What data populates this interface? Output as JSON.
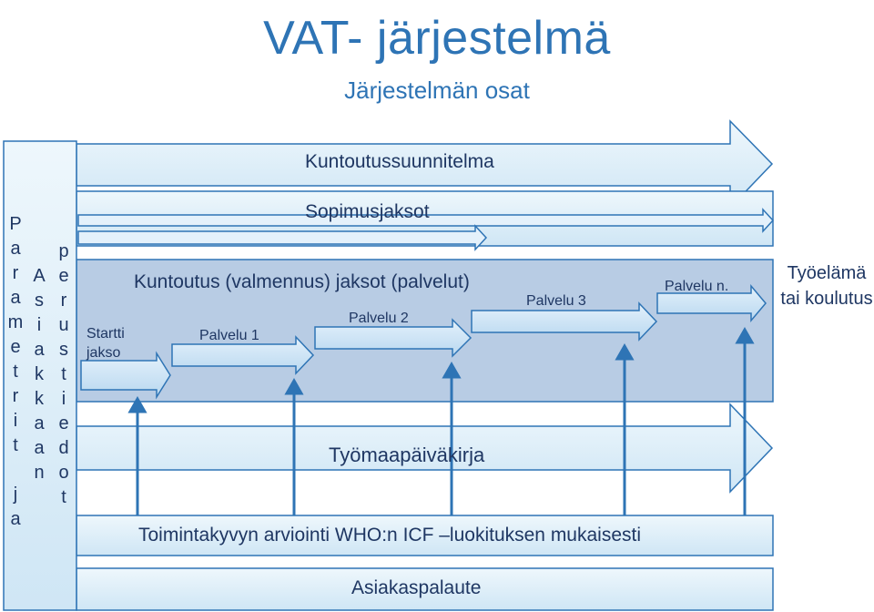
{
  "title": "VAT- järjestelmä",
  "subtitle": "Järjestelmän osat",
  "left_columns": {
    "col1": [
      "P",
      "a",
      "r",
      "a",
      "m",
      "e",
      "t",
      "r",
      "i",
      "t",
      "",
      "j",
      "a"
    ],
    "col2": [
      "",
      "",
      "A",
      "s",
      "i",
      "a",
      "k",
      "k",
      "a",
      "a",
      "n"
    ],
    "col3": [
      "",
      "p",
      "e",
      "r",
      "u",
      "s",
      "t",
      "i",
      "e",
      "d",
      "o",
      "t"
    ]
  },
  "arrows": {
    "kuntoutussuunnitelma": "Kuntoutussuunnitelma",
    "sopimusjaksot": "Sopimusjaksot",
    "tyomaapaivakirja": "Työmaapäiväkirja"
  },
  "panel": {
    "title": "Kuntoutus (valmennus) jaksot  (palvelut)",
    "startti": "Startti jakso",
    "palvelu_1": "Palvelu 1",
    "palvelu_2": "Palvelu 2",
    "palvelu_3": "Palvelu 3",
    "palvelu_n": "Palvelu n."
  },
  "outcome": "Työelämä tai koulutus",
  "bottom_bars": {
    "toimintakyky": "Toimintakyvyn  arviointi WHO:n ICF –luokituksen mukaisesti",
    "asiakaspalaute": "Asiakaspalaute"
  },
  "colors": {
    "bar_fill": "#dbeef8",
    "bar_stroke": "#2e74b5",
    "panel_fill": "#b8cce4",
    "arrow_fill": "#c6e0f5",
    "title": "#2e74b5",
    "text": "#1f3763"
  }
}
